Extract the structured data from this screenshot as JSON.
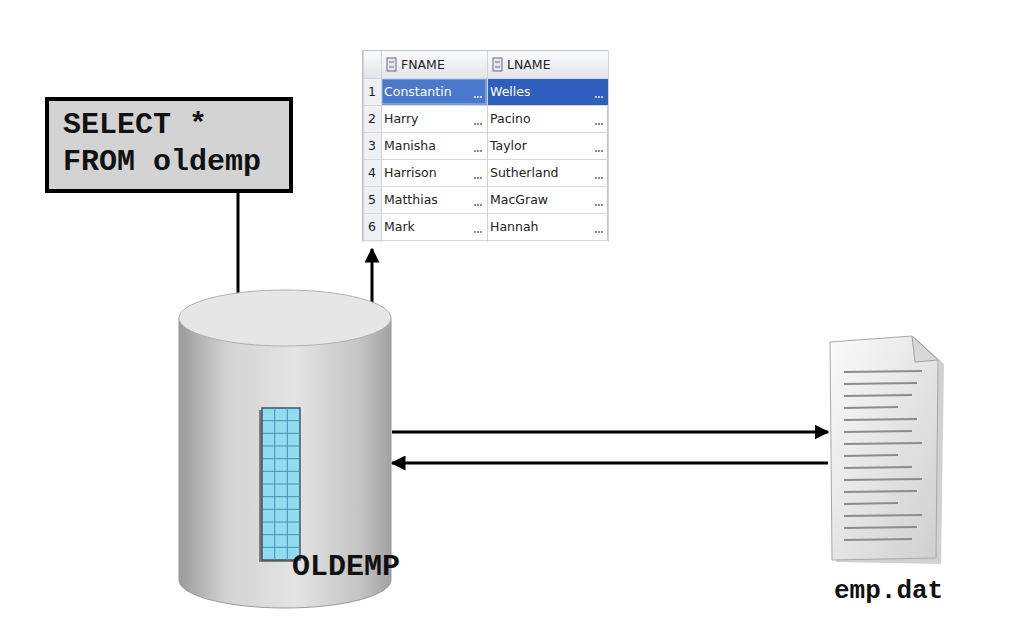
{
  "diagram": {
    "nodes": [
      {
        "text": [
          "SELECT * FROM oldemp"
        ]
      },
      {
        "text": [
          "FNAME",
          "LNAME",
          "1",
          "Constantin",
          "Welles",
          "2",
          "Harry",
          "Pacino",
          "3",
          "Manisha",
          "Taylor",
          "4",
          "Harrison",
          "Sutherland",
          "5",
          "Matthias",
          "MacGraw",
          "6",
          "Mark",
          "Hannah"
        ]
      },
      {
        "text": [
          "OLDEMP"
        ]
      },
      {
        "text": [
          "emp.dat"
        ]
      }
    ],
    "edges": [
      {
        "from": 0,
        "to": 2,
        "arrow": "to"
      },
      {
        "from": 2,
        "to": 1,
        "arrow": "to"
      },
      {
        "from": 2,
        "to": 3,
        "arrow": "to"
      },
      {
        "from": 3,
        "to": 2,
        "arrow": "to"
      }
    ]
  }
}
